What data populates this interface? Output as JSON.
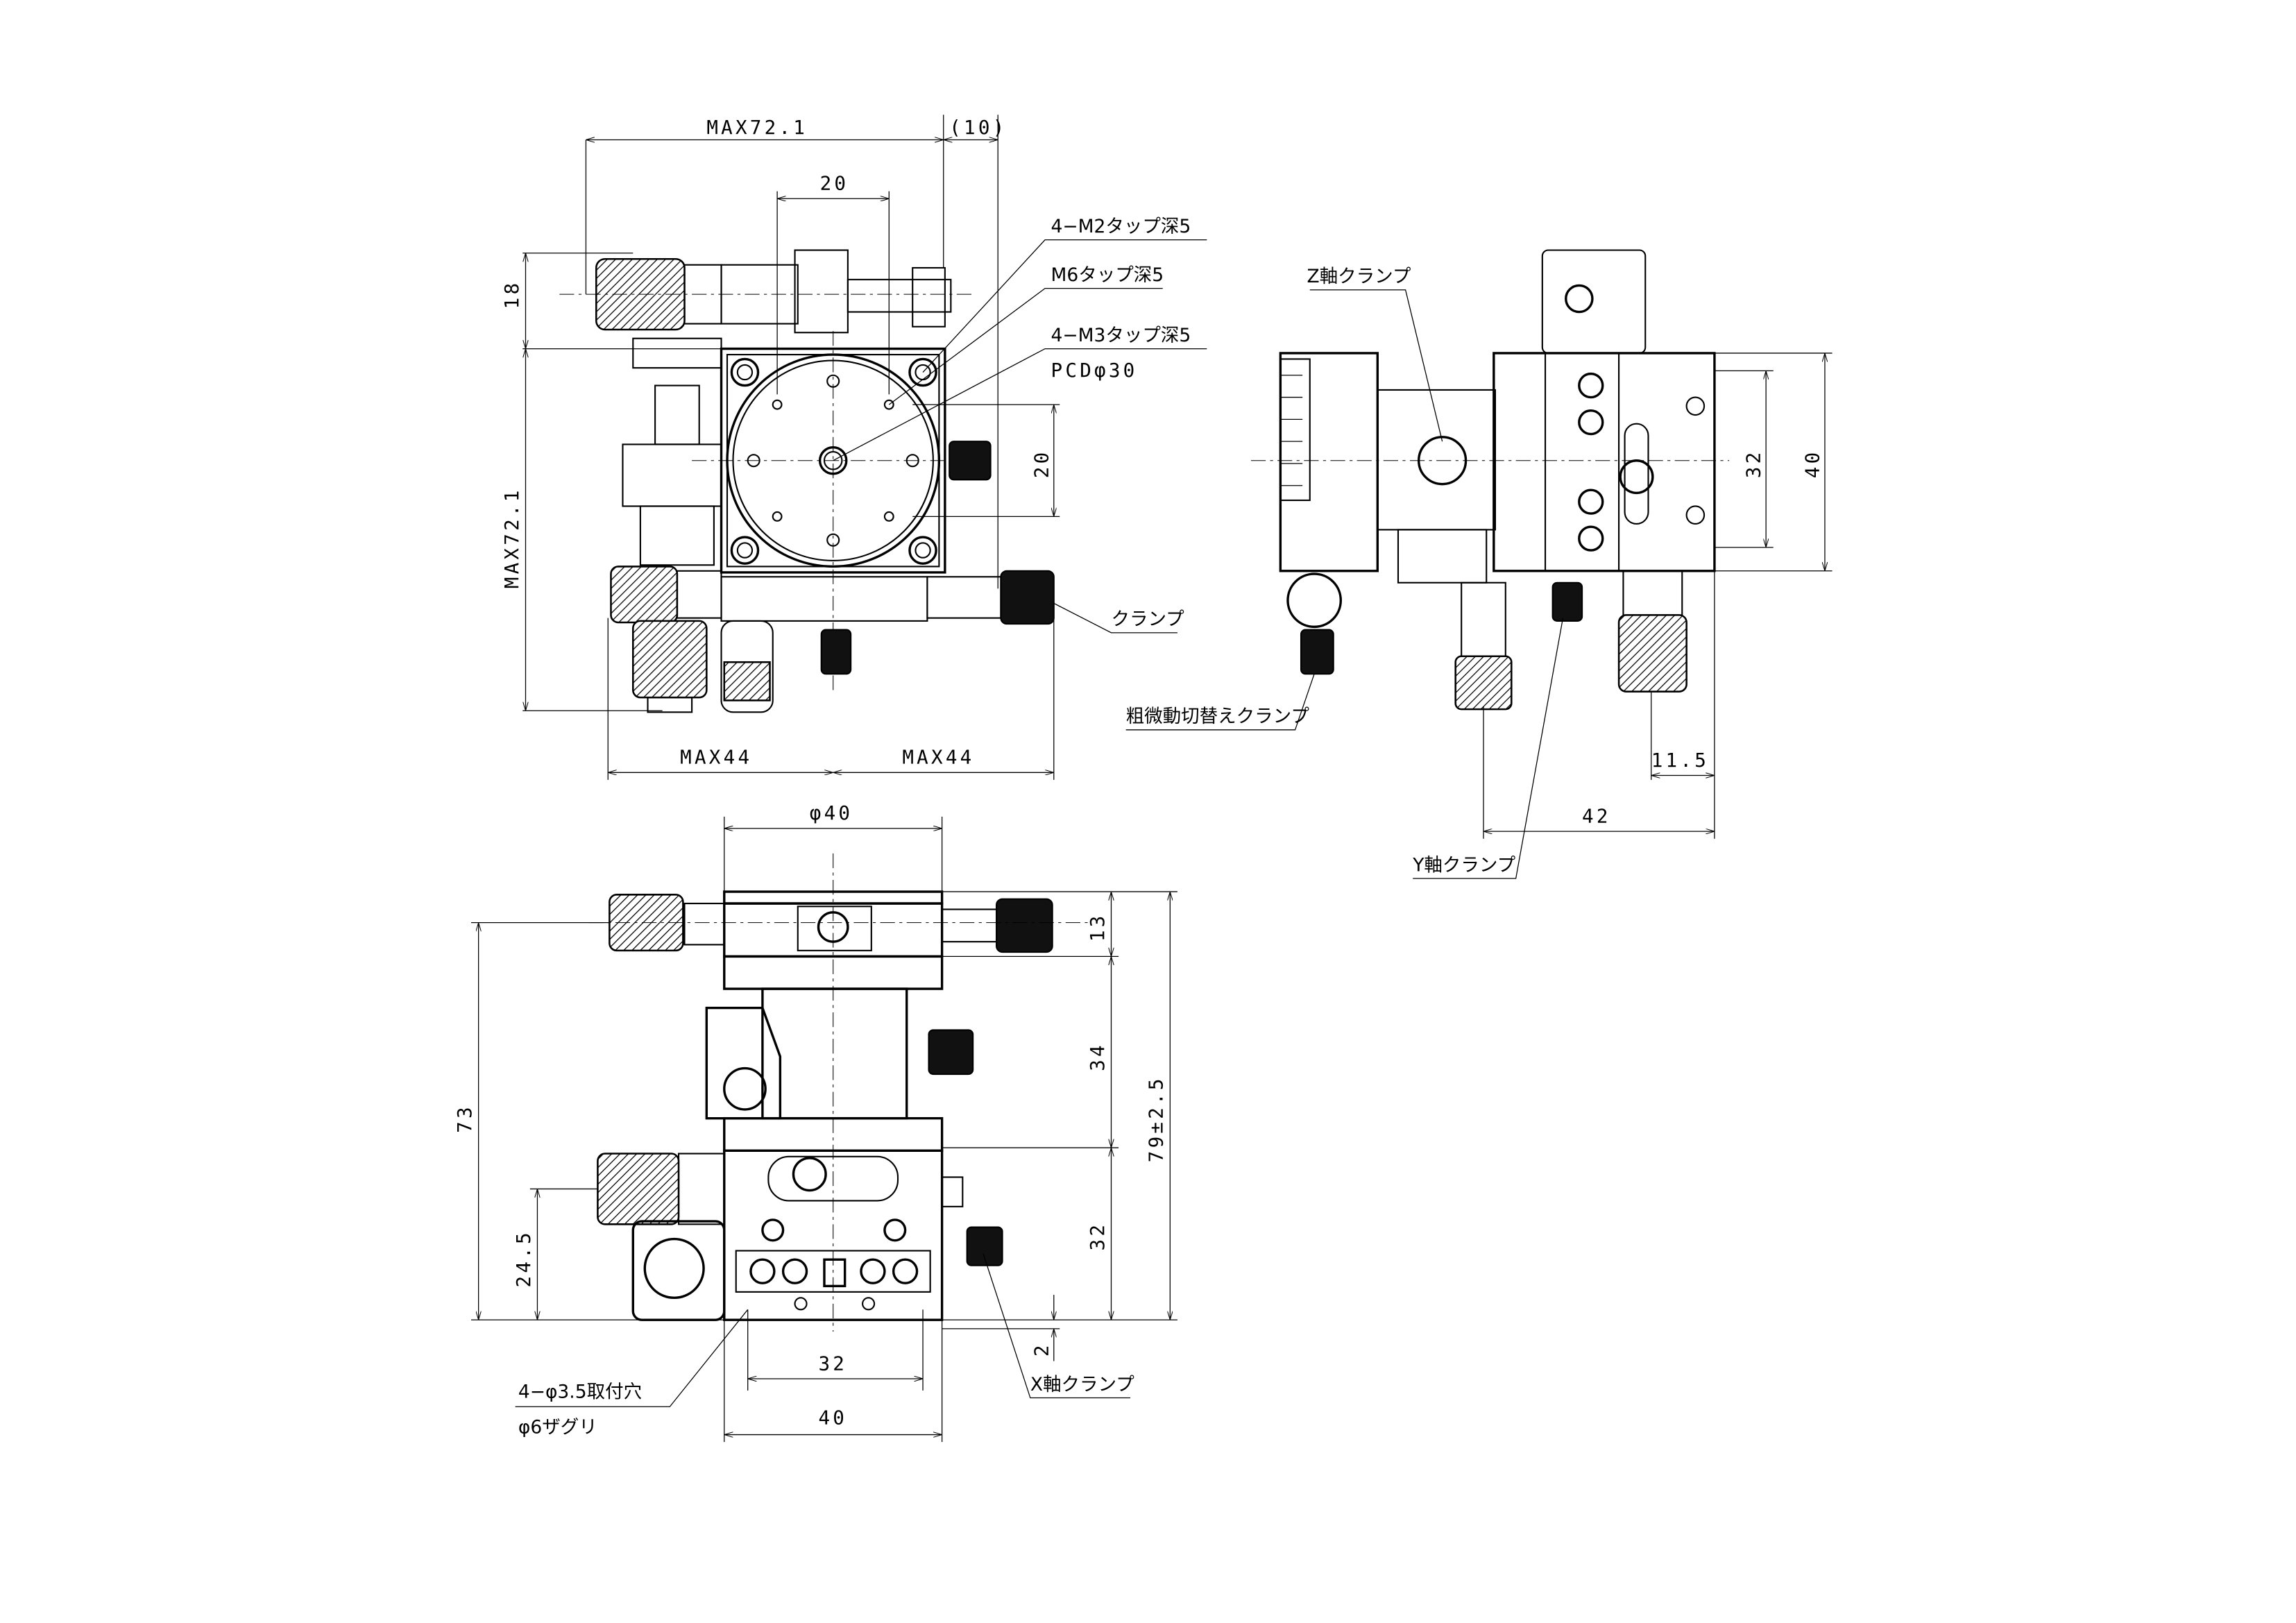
{
  "top_view": {
    "dim_overall_width": "MAX72.1",
    "dim_knob_offset": "(10)",
    "dim_top_20": "20",
    "dim_18": "18",
    "dim_overall_height": "MAX72.1",
    "dim_right_20": "20",
    "dim_max44_left": "MAX44",
    "dim_max44_right": "MAX44",
    "note_m2": "4−M2タップ深5",
    "note_m6": "M6タップ深5",
    "note_m3": "4−M3タップ深5",
    "note_pcd": "PCDφ30",
    "note_clamp": "クランプ"
  },
  "side_view": {
    "note_z_clamp": "Z軸クランプ",
    "dim_32": "32",
    "dim_40": "40",
    "note_coarse_fine": "粗微動切替えクランプ",
    "dim_11_5": "11.5",
    "dim_42": "42",
    "note_y_clamp": "Y軸クランプ"
  },
  "front_view": {
    "dim_phi40": "φ40",
    "dim_13": "13",
    "dim_34": "34",
    "dim_79": "79±2.5",
    "dim_32_right": "32",
    "dim_73": "73",
    "dim_24_5": "24.5",
    "dim_2": "2",
    "dim_32_bottom": "32",
    "dim_40_bottom": "40",
    "note_mount_holes": "4−φ3.5取付穴",
    "note_counterbore": "φ6ザグリ",
    "note_x_clamp": "X軸クランプ"
  }
}
